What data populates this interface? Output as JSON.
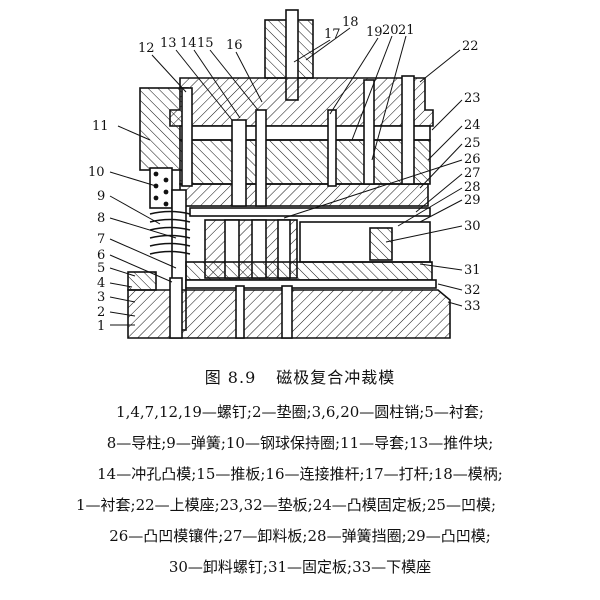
{
  "figure": {
    "number": "图 8.9",
    "title": "磁极复合冲裁模",
    "part_labels": [
      "1",
      "2",
      "3",
      "4",
      "5",
      "6",
      "7",
      "8",
      "9",
      "10",
      "11",
      "12",
      "13",
      "14",
      "15",
      "16",
      "17",
      "18",
      "19",
      "20",
      "21",
      "22",
      "23",
      "24",
      "25",
      "26",
      "27",
      "28",
      "29",
      "30",
      "31",
      "32",
      "33"
    ]
  },
  "legend": {
    "lines": [
      "1,4,7,12,19—螺钉;2—垫圈;3,6,20—圆柱销;5—衬套;",
      "8—导柱;9—弹簧;10—钢球保持圈;11—导套;13—推件块;",
      "14—冲孔凸模;15—推板;16—连接推杆;17—打杆;18—模柄;",
      "1—衬套;22—上模座;23,32—垫板;24—凸模固定板;25—凹模;",
      "26—凸凹模镶件;27—卸料板;28—弹簧挡圈;29—凸凹模;",
      "30—卸料螺钉;31—固定板;33—下模座"
    ]
  }
}
